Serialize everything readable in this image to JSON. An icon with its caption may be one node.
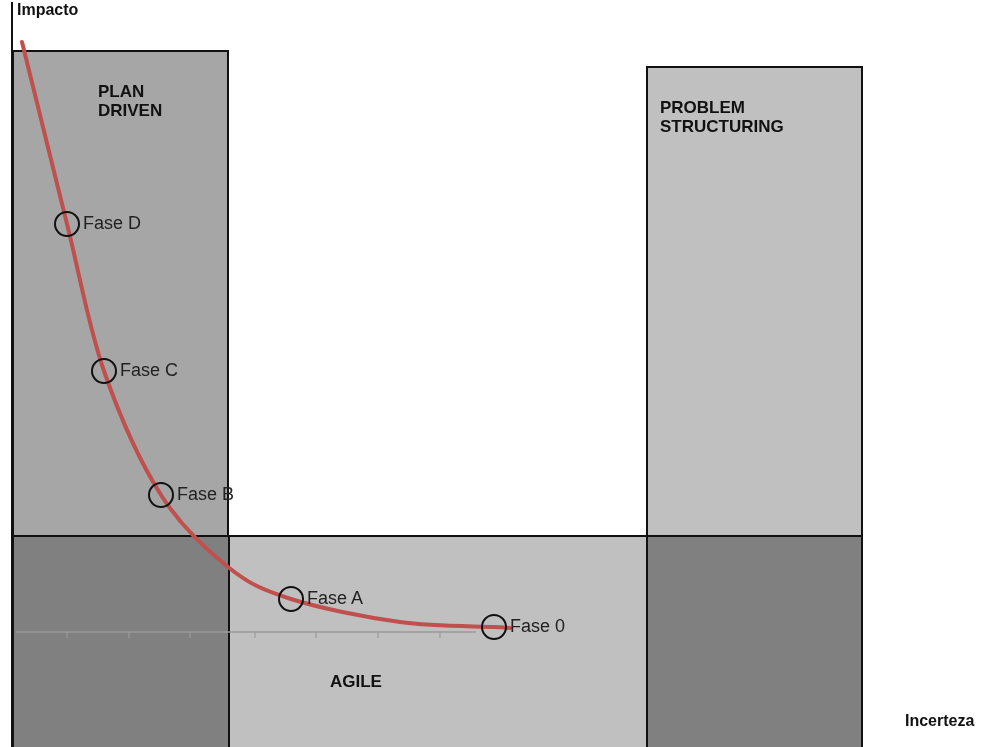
{
  "diagram": {
    "nodes": [
      {
        "text": [
          "PLAN DRIVEN"
        ]
      },
      {
        "text": [
          "PROBLEM STRUCTURING"
        ]
      },
      {
        "text": [
          "AGILE"
        ]
      },
      {
        "text": [],
        "shape": "circle",
        "beside": [
          "Fase D"
        ],
        "in": 0
      },
      {
        "text": [],
        "shape": "circle",
        "beside": [
          "Fase C"
        ],
        "in": 0
      },
      {
        "text": [],
        "shape": "circle",
        "beside": [
          "Fase B"
        ],
        "in": 0
      },
      {
        "text": [],
        "shape": "circle",
        "beside": [
          "Fase A"
        ],
        "in": 2
      },
      {
        "text": [],
        "shape": "circle",
        "beside": [
          "Fase 0"
        ],
        "in": 2
      }
    ],
    "labels": [
      "Impacto",
      "Incerteza"
    ]
  }
}
